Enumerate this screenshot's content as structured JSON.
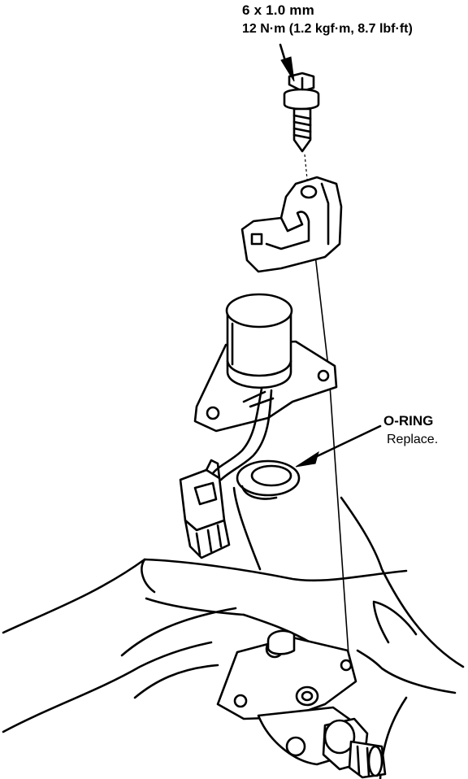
{
  "bolt_spec": {
    "size": "6 x 1.0 mm",
    "torque": "12 N·m (1.2 kgf·m, 8.7 lbf·ft)"
  },
  "o_ring": {
    "title": "O-RING",
    "note": "Replace."
  },
  "colors": {
    "line": "#000000",
    "background": "#ffffff"
  }
}
